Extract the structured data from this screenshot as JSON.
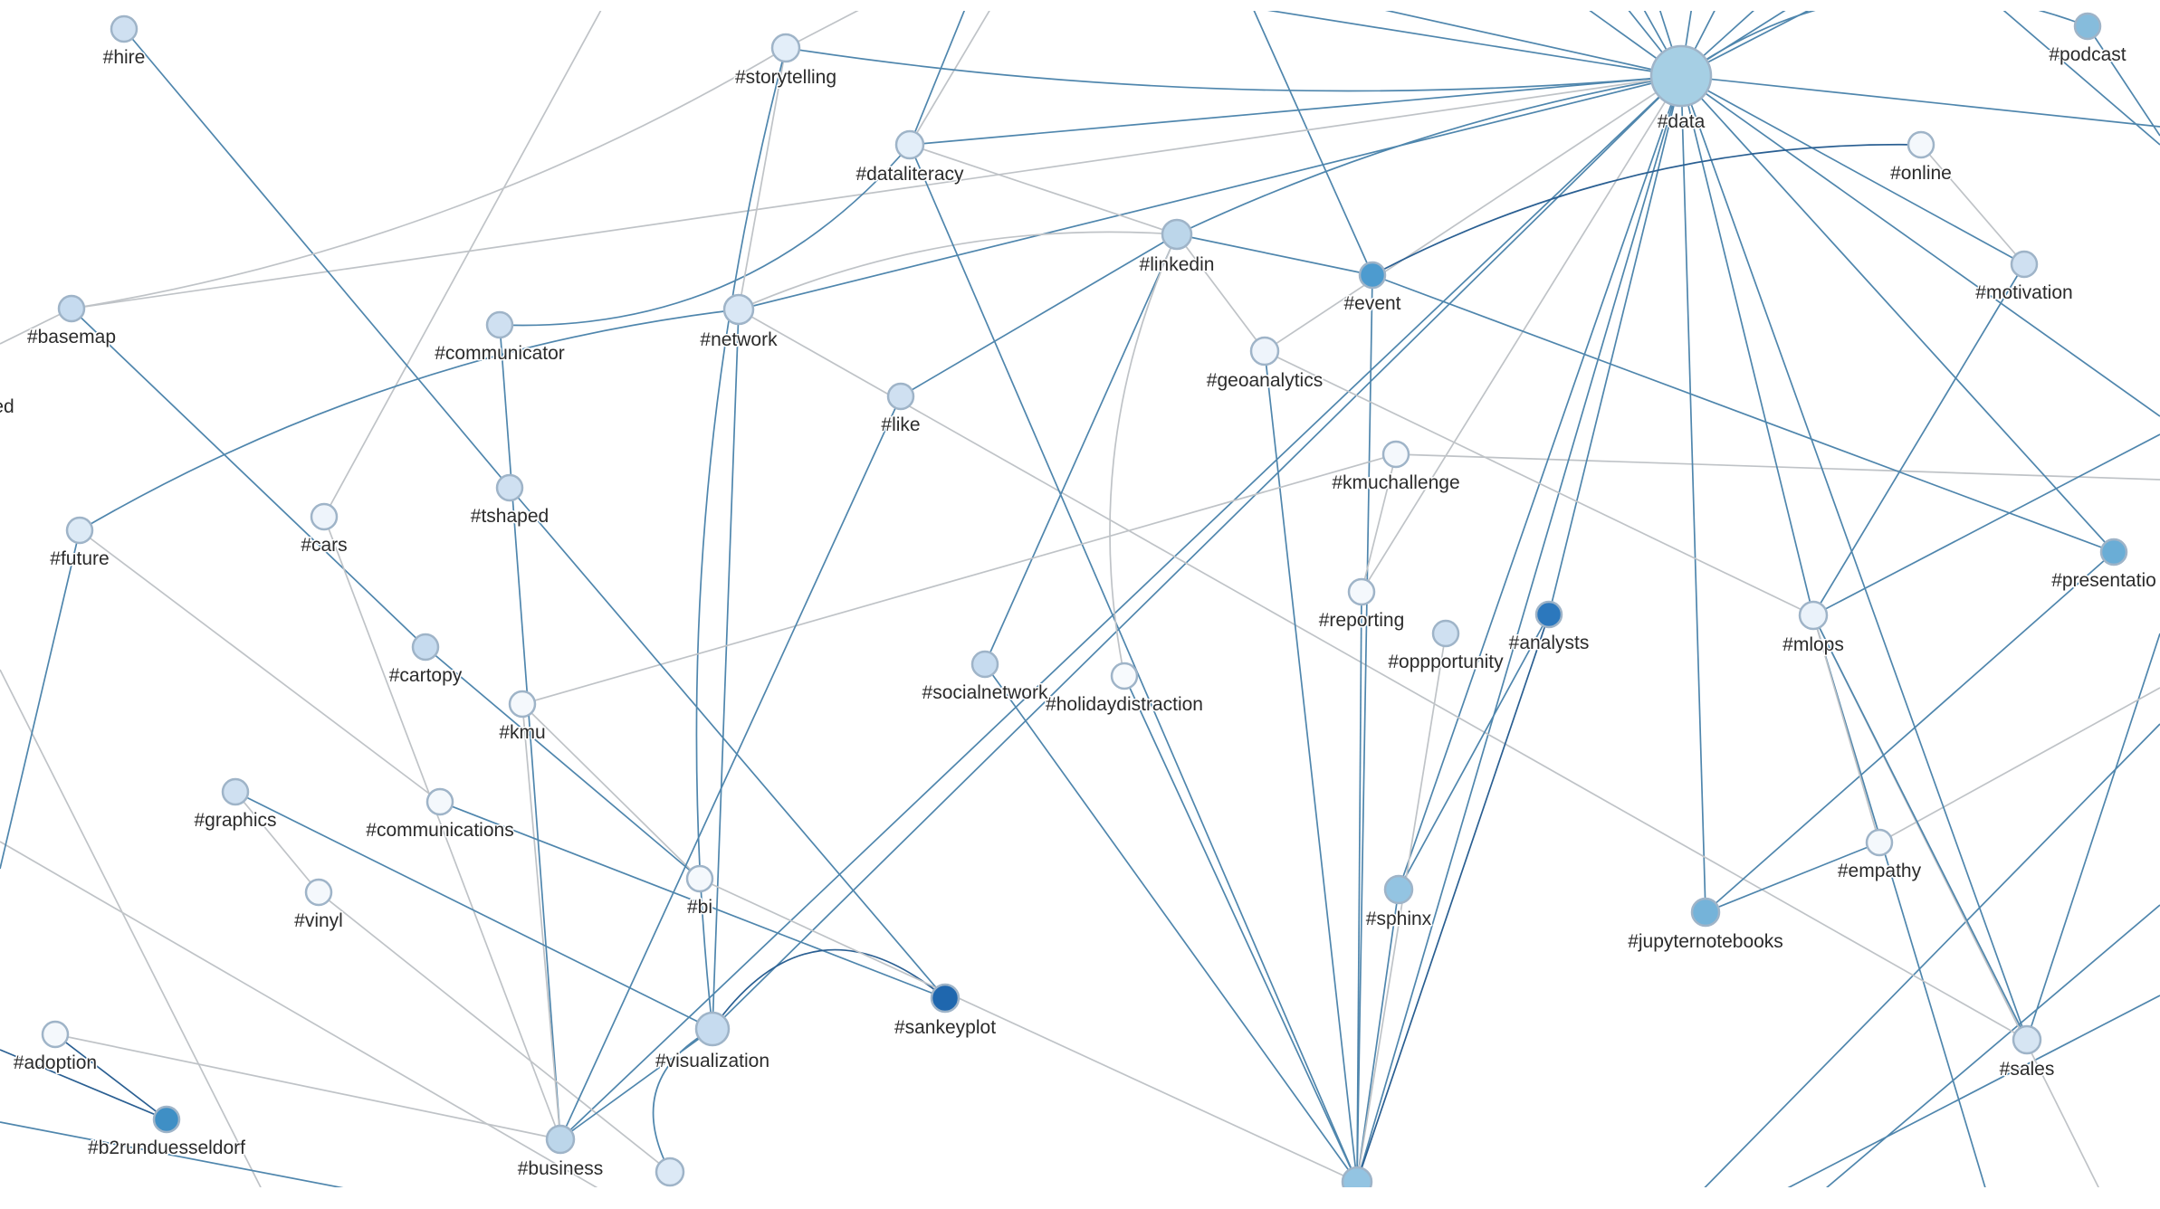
{
  "graph": {
    "edge_colors": {
      "blue": "#4f86ad",
      "grey": "#bfc3c7",
      "dark": "#2a5f92"
    },
    "node_stroke": "#9fb4c8",
    "nodes": [
      {
        "id": "data",
        "label": "#data",
        "color": "#a6cfe4"
      },
      {
        "id": "hire",
        "label": "#hire",
        "color": "#cfe0f1"
      },
      {
        "id": "storytelling",
        "label": "#storytelling",
        "color": "#e3eef9"
      },
      {
        "id": "dataliteracy",
        "label": "#dataliteracy",
        "color": "#e3eef9"
      },
      {
        "id": "podcast",
        "label": "#podcast",
        "color": "#86bcdc"
      },
      {
        "id": "online",
        "label": "#online",
        "color": "#f4f8fc"
      },
      {
        "id": "motivation",
        "label": "#motivation",
        "color": "#cfe0f1"
      },
      {
        "id": "linkedin",
        "label": "#linkedin",
        "color": "#bcd6ea"
      },
      {
        "id": "event",
        "label": "#event",
        "color": "#4d9bcf"
      },
      {
        "id": "geoanalytics",
        "label": "#geoanalytics",
        "color": "#eef4fb"
      },
      {
        "id": "basemap",
        "label": "#basemap",
        "color": "#c6dbef"
      },
      {
        "id": "communicator",
        "label": "#communicator",
        "color": "#cfe0f1"
      },
      {
        "id": "network",
        "label": "#network",
        "color": "#d9e7f5"
      },
      {
        "id": "like",
        "label": "#like",
        "color": "#cfe0f1"
      },
      {
        "id": "ed",
        "label": "ed",
        "color": ""
      },
      {
        "id": "kmuchallenge",
        "label": "#kmuchallenge",
        "color": "#f4f8fc"
      },
      {
        "id": "future",
        "label": "#future",
        "color": "#dceaf6"
      },
      {
        "id": "cars",
        "label": "#cars",
        "color": "#eef4fb"
      },
      {
        "id": "tshaped",
        "label": "#tshaped",
        "color": "#cfe0f1"
      },
      {
        "id": "reporting",
        "label": "#reporting",
        "color": "#f4f8fc"
      },
      {
        "id": "oppportunity",
        "label": "#oppportunity",
        "color": "#cfe0f1"
      },
      {
        "id": "analysts",
        "label": "#analysts",
        "color": "#2c78bd"
      },
      {
        "id": "mlops",
        "label": "#mlops",
        "color": "#eaf2fa"
      },
      {
        "id": "presentation",
        "label": "#presentatio",
        "color": "#6aadd6"
      },
      {
        "id": "cartopy",
        "label": "#cartopy",
        "color": "#c6dbef"
      },
      {
        "id": "kmu",
        "label": "#kmu",
        "color": "#f4f8fc"
      },
      {
        "id": "socialnetwork",
        "label": "#socialnetwork",
        "color": "#c6dbef"
      },
      {
        "id": "holidaydistraction",
        "label": "#holidaydistraction",
        "color": "#f7fafd"
      },
      {
        "id": "graphics",
        "label": "#graphics",
        "color": "#cfe0f1"
      },
      {
        "id": "communications",
        "label": "#communications",
        "color": "#f4f8fc"
      },
      {
        "id": "vinyl",
        "label": "#vinyl",
        "color": "#f4f8fc"
      },
      {
        "id": "bi",
        "label": "#bi",
        "color": "#f4f8fc"
      },
      {
        "id": "sphinx",
        "label": "#sphinx",
        "color": "#93c4e2"
      },
      {
        "id": "jupyternotebooks",
        "label": "#jupyternotebooks",
        "color": "#75b3d9"
      },
      {
        "id": "empathy",
        "label": "#empathy",
        "color": "#f4f8fc"
      },
      {
        "id": "adoption",
        "label": "#adoption",
        "color": "#f4f8fc"
      },
      {
        "id": "visualization",
        "label": "#visualization",
        "color": "#c6dbef"
      },
      {
        "id": "sankeyplot",
        "label": "#sankeyplot",
        "color": "#1f67ae"
      },
      {
        "id": "b2runduesseldorf",
        "label": "#b2runduesseldorf",
        "color": "#3f8fc5"
      },
      {
        "id": "business",
        "label": "#business",
        "color": "#bcd6ea"
      },
      {
        "id": "sales",
        "label": "#sales",
        "color": "#d6e5f3"
      },
      {
        "id": "n_bottom1",
        "label": "",
        "color": "#dce9f6"
      },
      {
        "id": "n_bottom2",
        "label": "",
        "color": "#93c4e2"
      }
    ],
    "edges": [
      [
        "data",
        "storytelling",
        "blue"
      ],
      [
        "data",
        "dataliteracy",
        "blue"
      ],
      [
        "data",
        "linkedin",
        "blue"
      ],
      [
        "data",
        "network",
        "blue"
      ],
      [
        "data",
        "podcast",
        "blue"
      ],
      [
        "data",
        "presentation",
        "blue"
      ],
      [
        "data",
        "mlops",
        "blue"
      ],
      [
        "data",
        "analysts",
        "blue"
      ],
      [
        "data",
        "sphinx",
        "blue"
      ],
      [
        "data",
        "visualization",
        "blue"
      ],
      [
        "data",
        "business",
        "blue"
      ],
      [
        "data",
        "n_bottom2",
        "blue"
      ],
      [
        "data",
        "jupyternotebooks",
        "blue"
      ],
      [
        "data",
        "sales",
        "blue"
      ],
      [
        "data",
        "geoanalytics",
        "grey"
      ],
      [
        "data",
        "reporting",
        "grey"
      ],
      [
        "data",
        "motivation",
        "blue"
      ],
      [
        "data",
        "basemap",
        "grey"
      ],
      [
        "hire",
        "tshaped",
        "blue"
      ],
      [
        "basemap",
        "storytelling",
        "grey"
      ],
      [
        "basemap",
        "cartopy",
        "blue"
      ],
      [
        "communicator",
        "dataliteracy",
        "blue"
      ],
      [
        "communicator",
        "business",
        "blue"
      ],
      [
        "network",
        "future",
        "blue"
      ],
      [
        "network",
        "storytelling",
        "grey"
      ],
      [
        "network",
        "linkedin",
        "grey"
      ],
      [
        "network",
        "visualization",
        "blue"
      ],
      [
        "network",
        "sales",
        "grey"
      ],
      [
        "dataliteracy",
        "linkedin",
        "grey"
      ],
      [
        "dataliteracy",
        "n_bottom2",
        "blue"
      ],
      [
        "storytelling",
        "visualization",
        "blue"
      ],
      [
        "linkedin",
        "event",
        "blue"
      ],
      [
        "linkedin",
        "like",
        "blue"
      ],
      [
        "linkedin",
        "geoanalytics",
        "grey"
      ],
      [
        "linkedin",
        "socialnetwork",
        "blue"
      ],
      [
        "linkedin",
        "holidaydistraction",
        "grey"
      ],
      [
        "event",
        "online",
        "dark"
      ],
      [
        "event",
        "n_bottom2",
        "blue"
      ],
      [
        "event",
        "presentation",
        "blue"
      ],
      [
        "geoanalytics",
        "mlops",
        "grey"
      ],
      [
        "geoanalytics",
        "n_bottom2",
        "blue"
      ],
      [
        "kmuchallenge",
        "kmu",
        "grey"
      ],
      [
        "kmuchallenge",
        "reporting",
        "grey"
      ],
      [
        "tshaped",
        "sankeyplot",
        "blue"
      ],
      [
        "cars",
        "business",
        "grey"
      ],
      [
        "cartopy",
        "bi",
        "blue"
      ],
      [
        "kmu",
        "bi",
        "grey"
      ],
      [
        "kmu",
        "business",
        "grey"
      ],
      [
        "graphics",
        "vinyl",
        "grey"
      ],
      [
        "graphics",
        "visualization",
        "blue"
      ],
      [
        "communications",
        "future",
        "grey"
      ],
      [
        "communications",
        "sankeyplot",
        "blue"
      ],
      [
        "vinyl",
        "n_bottom1",
        "grey"
      ],
      [
        "adoption",
        "business",
        "grey"
      ],
      [
        "visualization",
        "sankeyplot",
        "dark"
      ],
      [
        "visualization",
        "business",
        "blue"
      ],
      [
        "visualization",
        "n_bottom1",
        "blue"
      ],
      [
        "like",
        "business",
        "blue"
      ],
      [
        "socialnetwork",
        "n_bottom2",
        "blue"
      ],
      [
        "holidaydistraction",
        "n_bottom2",
        "blue"
      ],
      [
        "sphinx",
        "analysts",
        "blue"
      ],
      [
        "sphinx",
        "n_bottom2",
        "blue"
      ],
      [
        "oppportunity",
        "n_bottom2",
        "grey"
      ],
      [
        "analysts",
        "n_bottom2",
        "dark"
      ],
      [
        "jupyternotebooks",
        "presentation",
        "blue"
      ],
      [
        "empathy",
        "mlops",
        "grey"
      ],
      [
        "empathy",
        "jupyternotebooks",
        "blue"
      ],
      [
        "sales",
        "mlops",
        "blue"
      ],
      [
        "motivation",
        "mlops",
        "blue"
      ],
      [
        "motivation",
        "online",
        "grey"
      ],
      [
        "reporting",
        "n_bottom2",
        "blue"
      ],
      [
        "bi",
        "n_bottom2",
        "grey"
      ],
      [
        "b2runduesseldorf",
        "adoption",
        "dark"
      ]
    ]
  }
}
